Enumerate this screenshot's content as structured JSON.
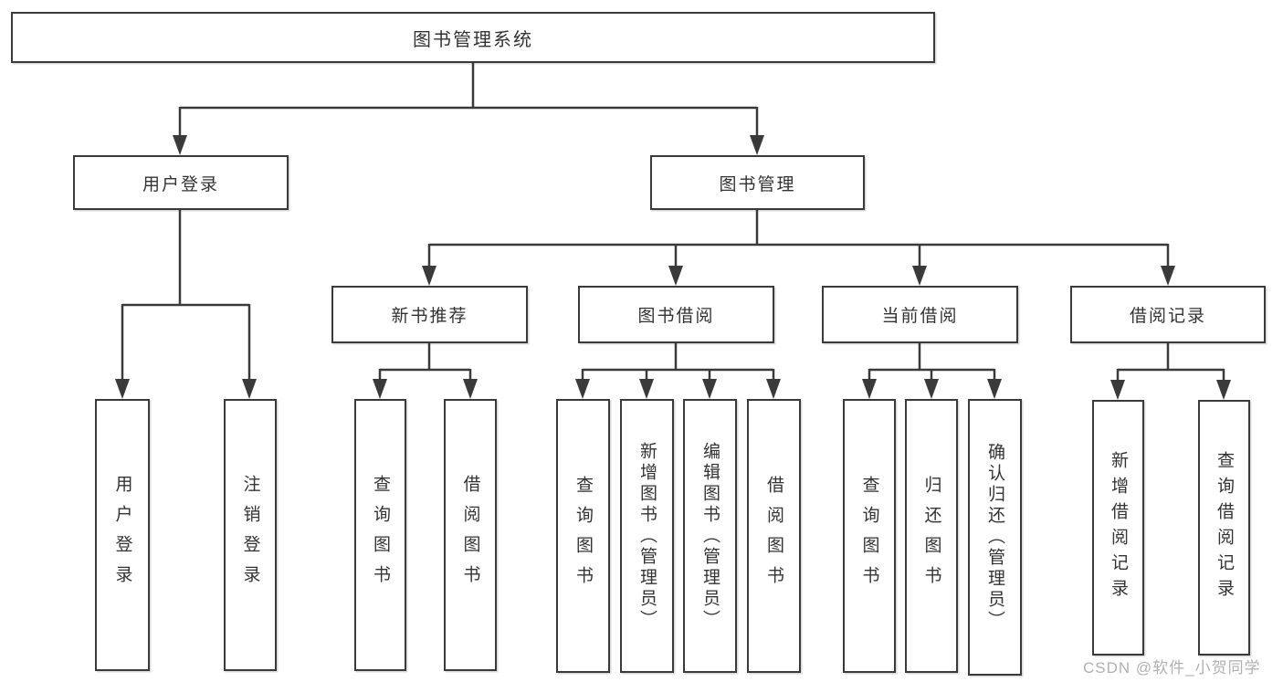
{
  "colors": {
    "line": "#3a3a3a",
    "text": "#333333",
    "background": "#ffffff",
    "watermark": "#b0b0b0"
  },
  "nodes": {
    "root": {
      "label": "图书管理系统"
    },
    "user_login": {
      "label": "用户登录"
    },
    "book_management": {
      "label": "图书管理"
    },
    "new_book_recommend": {
      "label": "新书推荐"
    },
    "book_borrowing": {
      "label": "图书借阅"
    },
    "current_borrowing": {
      "label": "当前借阅"
    },
    "borrowing_records": {
      "label": "借阅记录"
    },
    "leaf_user_login": {
      "label": "用户登录"
    },
    "leaf_logout": {
      "label": "注销登录"
    },
    "recommend_query_books": {
      "label": "查询图书"
    },
    "recommend_borrow_books": {
      "label": "借阅图书"
    },
    "borrowing_query_books": {
      "label": "查询图书"
    },
    "borrowing_add_books": {
      "label": "新增图书（管理员）"
    },
    "borrowing_edit_books": {
      "label": "编辑图书（管理员）"
    },
    "borrowing_borrow_books": {
      "label": "借阅图书"
    },
    "current_query_books": {
      "label": "查询图书"
    },
    "current_return_books": {
      "label": "归还图书"
    },
    "current_confirm_return": {
      "label": "确认归还（管理员）"
    },
    "records_add_record": {
      "label": "新增借阅记录"
    },
    "records_query_record": {
      "label": "查询借阅记录"
    }
  },
  "watermark": {
    "text": "CSDN @软件_小贺同学"
  }
}
